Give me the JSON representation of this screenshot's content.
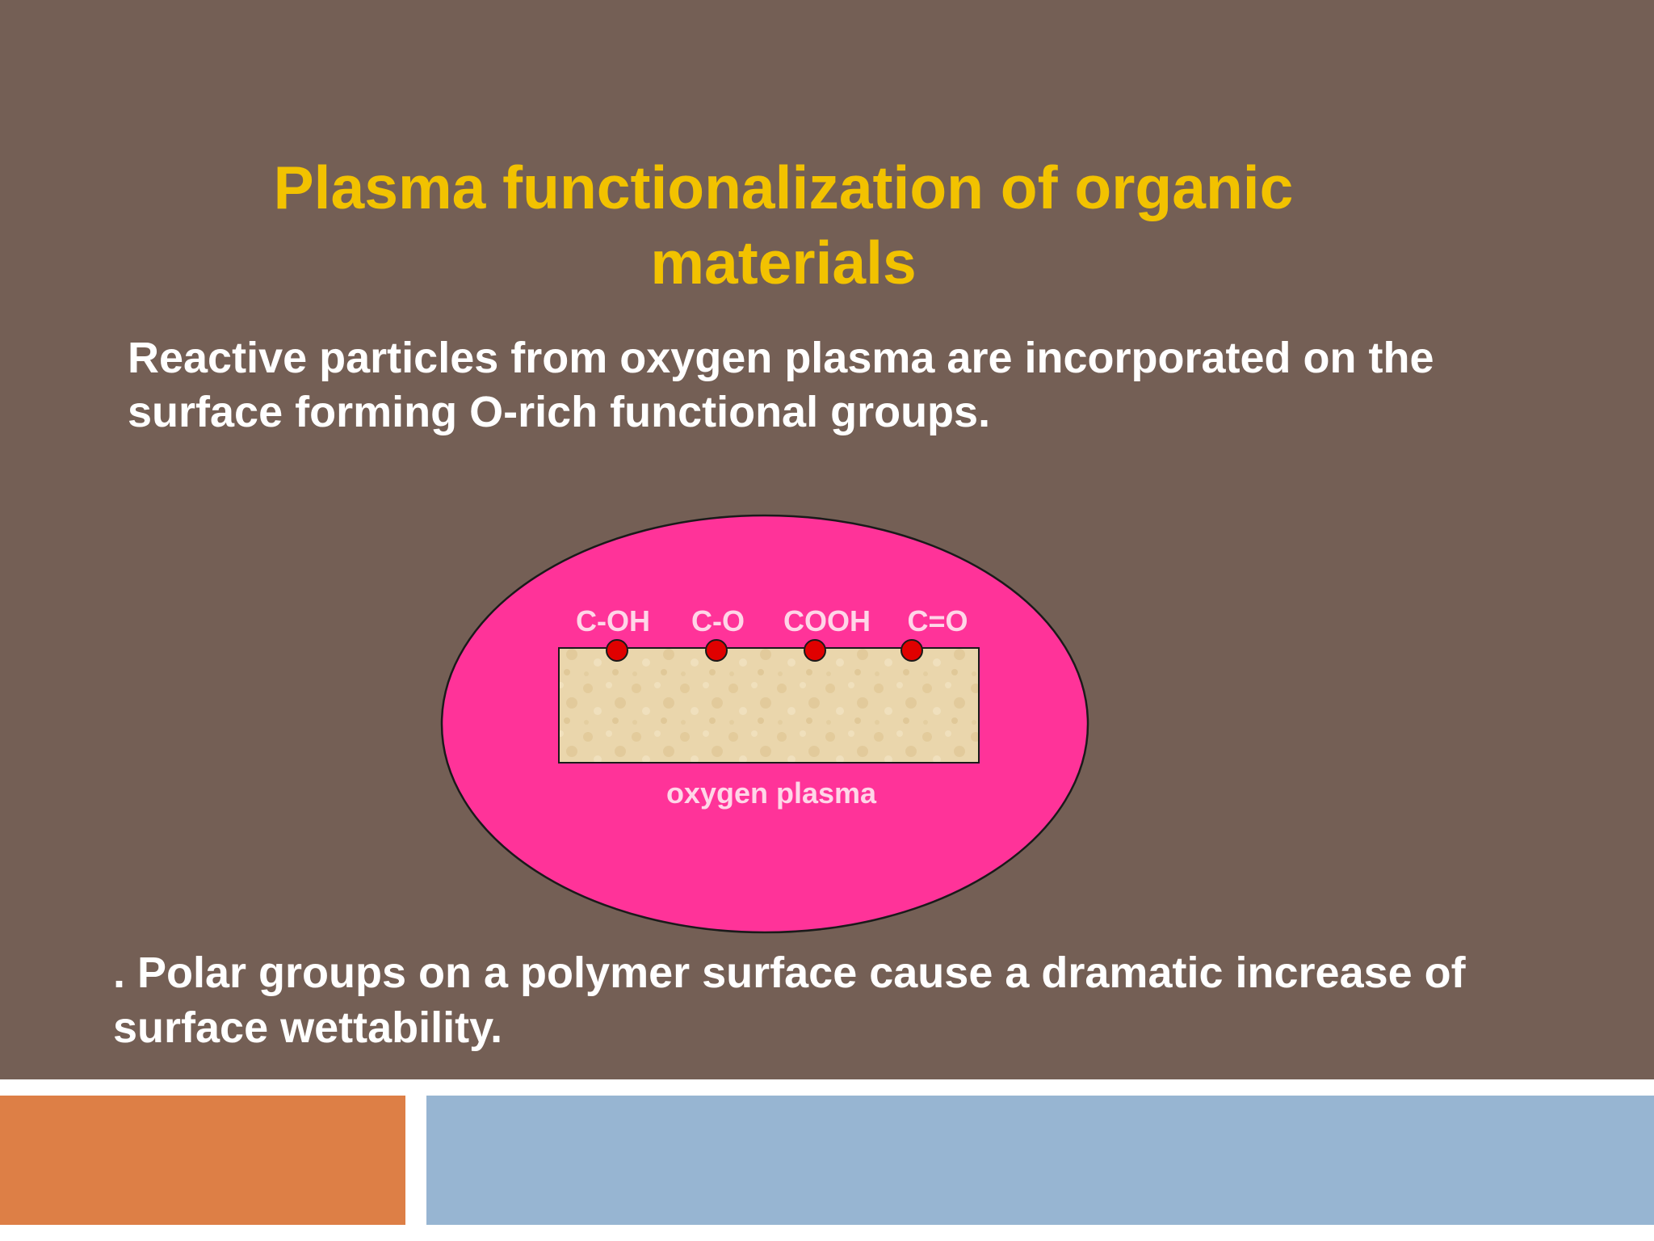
{
  "slide": {
    "title": "Plasma functionalization of organic materials",
    "intro": "Reactive particles from oxygen plasma are incorporated on the surface forming O-rich functional groups.",
    "conclusion": ". Polar groups on a polymer surface cause a dramatic increase of surface wettability."
  },
  "diagram": {
    "groups": [
      "C-OH",
      "C-O",
      "COOH",
      "C=O"
    ],
    "plasma_label": "oxygen plasma",
    "colors": {
      "plasma": "#ff3399",
      "particle": "#e00000",
      "substrate": "#ead6ac",
      "label": "#ffd6e8"
    }
  },
  "footer": {
    "left_color": "#dd7f46",
    "right_color": "#97b5d2"
  }
}
